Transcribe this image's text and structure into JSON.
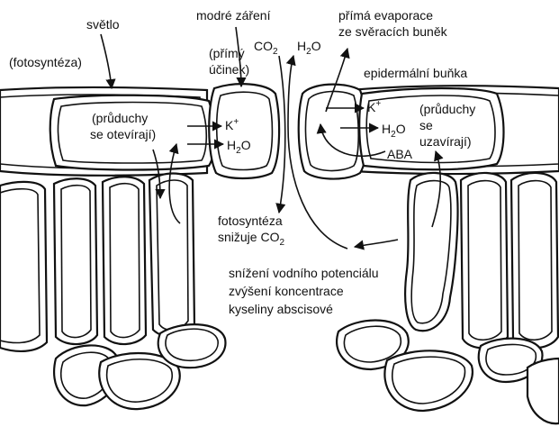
{
  "labels": {
    "light": "světlo",
    "photosynthesis": "(fotosyntéza)",
    "blue_light": "modré záření",
    "direct_1": "(přímý",
    "direct_2": "účinek)",
    "co2": "CO",
    "co2_sub": "2",
    "h2o_top": "H",
    "h2o_top_sub": "2",
    "h2o_top_o": "O",
    "evap_1": "přímá evaporace",
    "evap_2": "ze svěracích buněk",
    "epidermal": "epidermální buňka",
    "open_1": "(průduchy",
    "open_2": "se otevírají)",
    "k_left": "K",
    "k_left_sup": "+",
    "h2o_left": "H",
    "h2o_left_sub": "2",
    "h2o_left_o": "O",
    "k_right": "K",
    "k_right_sup": "+",
    "h2o_right": "H",
    "h2o_right_sub": "2",
    "h2o_right_o": "O",
    "close_1": "(průduchy",
    "close_2": "se",
    "close_3": "uzavírají)",
    "aba": "ABA",
    "photo_reduce_1": "fotosyntéza",
    "photo_reduce_2": "snižuje CO",
    "photo_reduce_sub": "2",
    "decrease_1": "snížení vodního potenciálu",
    "decrease_2": "zvýšení koncentrace",
    "decrease_3": "kyseliny abscisové"
  },
  "colors": {
    "ink": "#111111",
    "background": "#ffffff"
  }
}
